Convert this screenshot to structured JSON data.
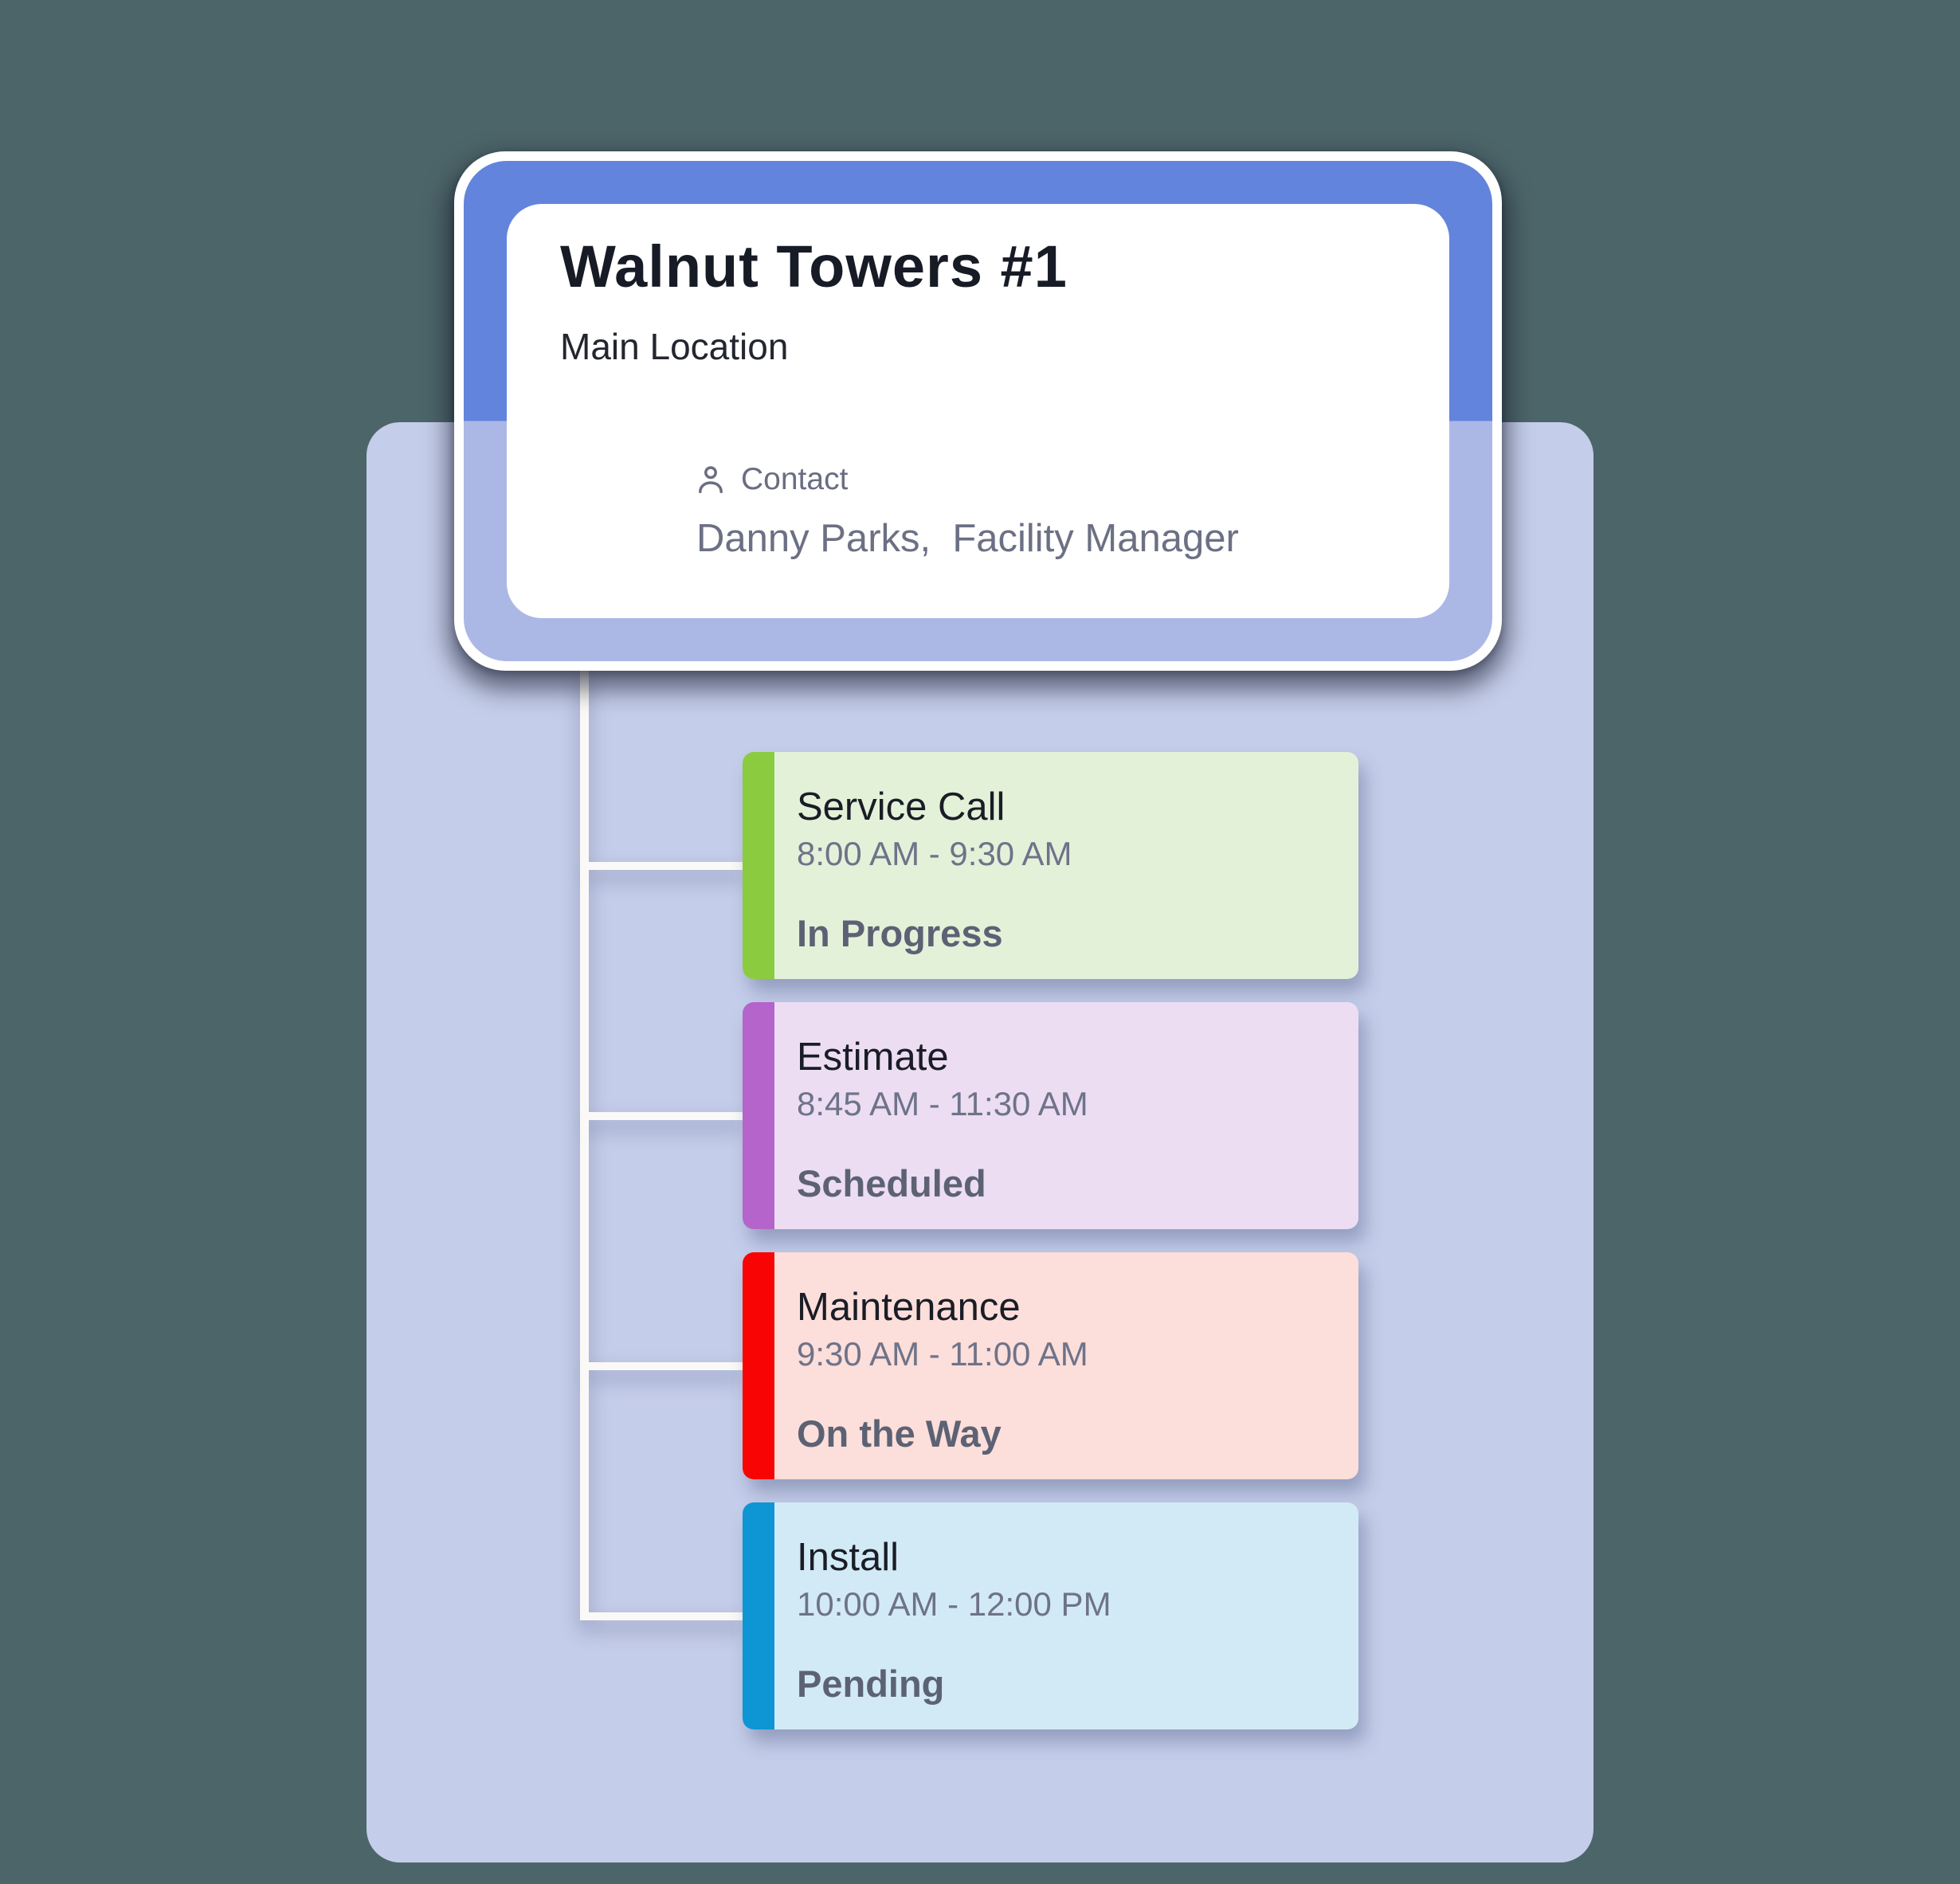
{
  "theme": {
    "background": "#4c6569",
    "panel": "#c4cde9",
    "connector": "#faf9f7",
    "card_border_top": "#6384dc",
    "card_border_bottom": "#abb8e6",
    "card_bg": "#ffffff"
  },
  "location_card": {
    "title": "Walnut Towers #1",
    "subtitle": "Main Location",
    "contact_label": "Contact",
    "contact_name": "Danny Parks,  Facility Manager",
    "contact_icon": "person-icon"
  },
  "jobs": [
    {
      "title": "Service Call",
      "time": "8:00 AM - 9:30 AM",
      "status": "In Progress",
      "accent_color": "#8bcb40",
      "bg_color": "#e3f1d9"
    },
    {
      "title": "Estimate",
      "time": "8:45 AM - 11:30 AM",
      "status": "Scheduled",
      "accent_color": "#b464cb",
      "bg_color": "#ecddf3"
    },
    {
      "title": "Maintenance",
      "time": "9:30 AM - 11:00 AM",
      "status": "On the Way",
      "accent_color": "#f80404",
      "bg_color": "#fcdeda"
    },
    {
      "title": "Install",
      "time": "10:00 AM - 12:00 PM",
      "status": "Pending",
      "accent_color": "#0e95d3",
      "bg_color": "#d2eaf6"
    }
  ]
}
